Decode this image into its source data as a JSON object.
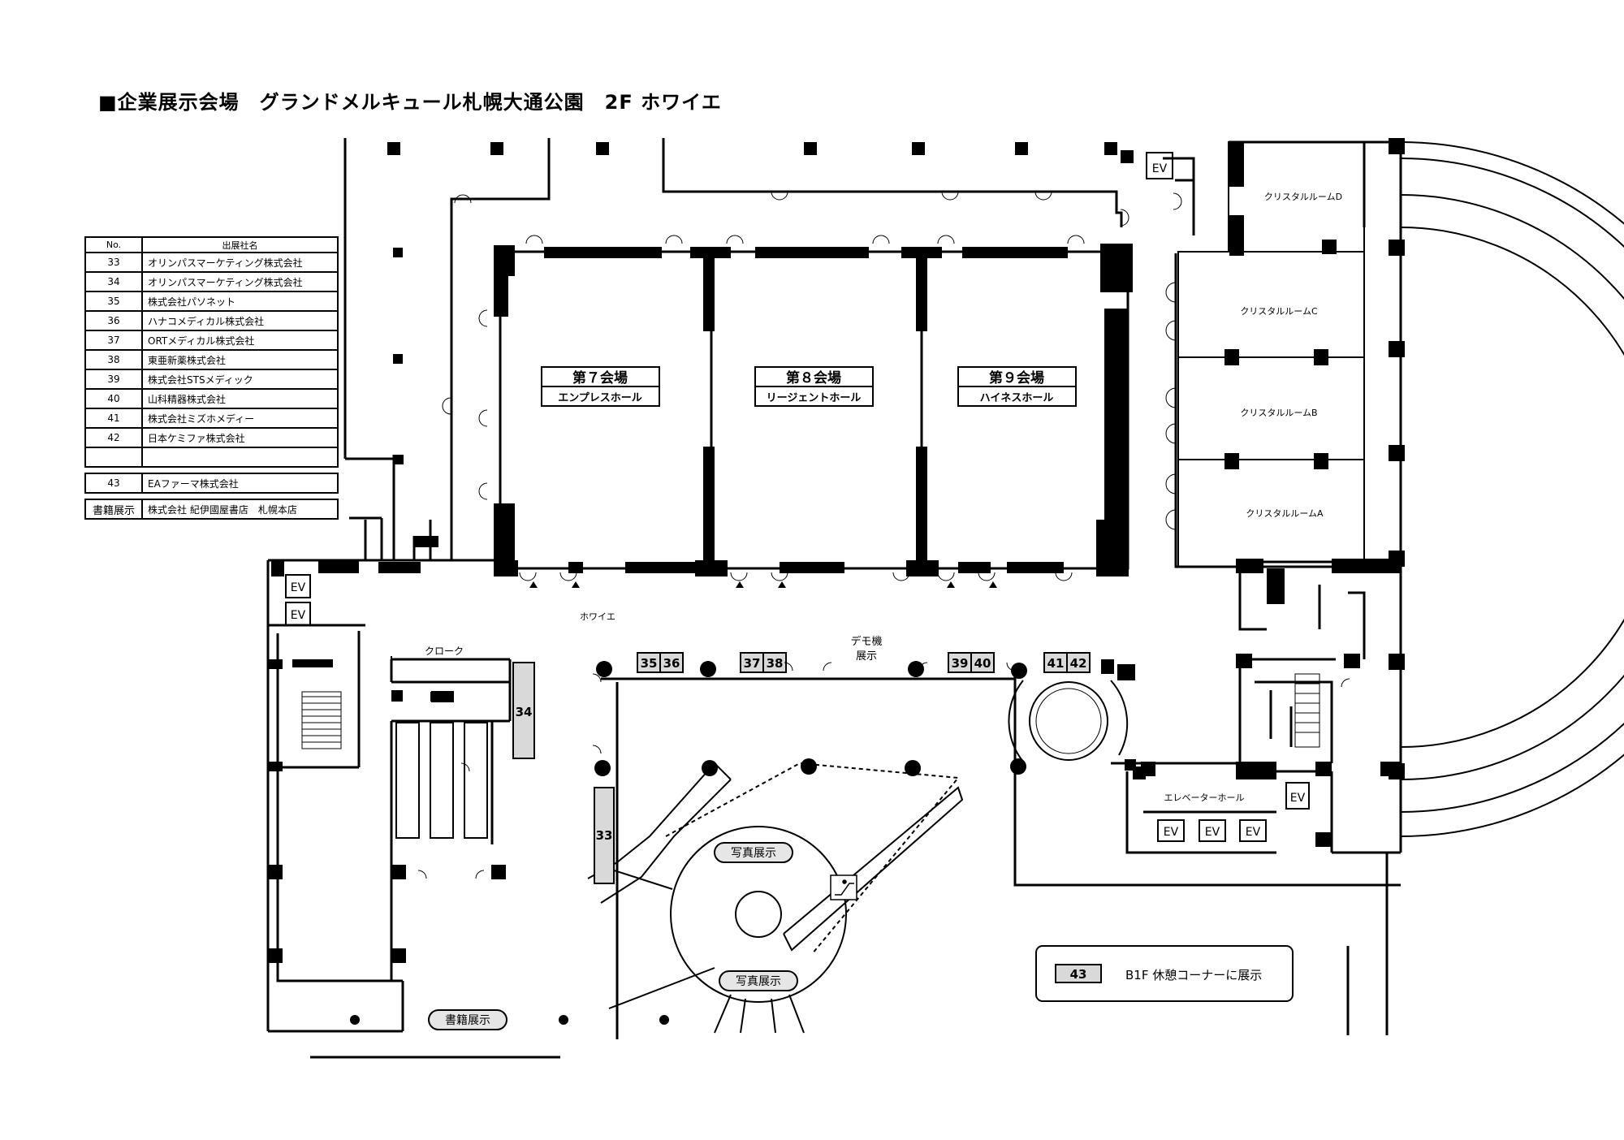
{
  "title": "■企業展示会場　グランドメルキュール札幌大通公園　2F ホワイエ",
  "table": {
    "col_no": "No.",
    "col_name": "出展社名",
    "rows": [
      {
        "no": "33",
        "name": "オリンパスマーケティング株式会社"
      },
      {
        "no": "34",
        "name": "オリンパスマーケティング株式会社"
      },
      {
        "no": "35",
        "name": "株式会社パソネット"
      },
      {
        "no": "36",
        "name": "ハナコメディカル株式会社"
      },
      {
        "no": "37",
        "name": "ORTメディカル株式会社"
      },
      {
        "no": "38",
        "name": "東亜新薬株式会社"
      },
      {
        "no": "39",
        "name": "株式会社STSメディック"
      },
      {
        "no": "40",
        "name": "山科精器株式会社"
      },
      {
        "no": "41",
        "name": "株式会社ミズホメディー"
      },
      {
        "no": "42",
        "name": "日本ケミファ株式会社"
      }
    ],
    "row43": {
      "no": "43",
      "name": "EAファーマ株式会社"
    },
    "book_row": {
      "no": "書籍展示",
      "name": "株式会社 紀伊國屋書店　札幌本店"
    }
  },
  "halls": [
    {
      "name": "第７会場",
      "sub": "エンプレスホール"
    },
    {
      "name": "第８会場",
      "sub": "リージェントホール"
    },
    {
      "name": "第９会場",
      "sub": "ハイネスホール"
    }
  ],
  "crystal": [
    "クリスタルルームD",
    "クリスタルルームC",
    "クリスタルルームB",
    "クリスタルルームA"
  ],
  "labels": {
    "foyer": "ホワイエ",
    "cloak": "クローク",
    "demo_line1": "デモ機",
    "demo_line2": "展示",
    "photo": "写真展示",
    "book": "書籍展示",
    "elevator_hall": "エレベーターホール",
    "ev": "EV",
    "b1f_booth": "43",
    "b1f_note": "B1F 休憩コーナーに展示"
  },
  "booths": [
    "35",
    "36",
    "37",
    "38",
    "39",
    "40",
    "41",
    "42",
    "34",
    "33"
  ],
  "colors": {
    "line": "#000000",
    "booth_fill": "#d9d9d9",
    "pill_fill": "#e6e6e6"
  }
}
